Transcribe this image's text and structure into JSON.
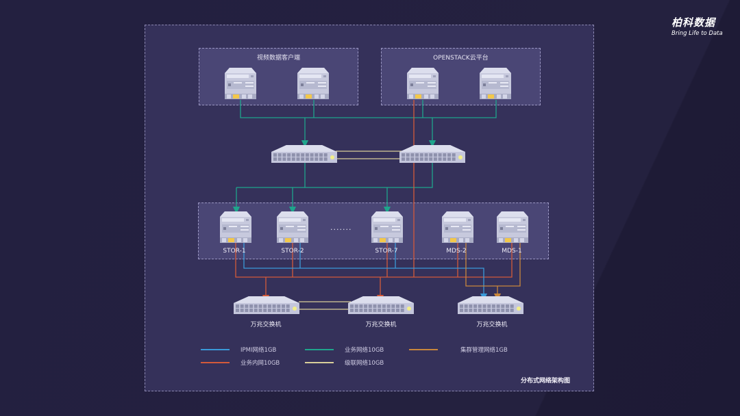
{
  "logo": {
    "brand": "柏科数据",
    "tagline": "Bring Life to Data"
  },
  "groups": {
    "video_clients": {
      "title": "视频数据客户端"
    },
    "openstack": {
      "title": "OPENSTACK云平台"
    },
    "storage": {
      "title": ""
    }
  },
  "nodes": {
    "storage": [
      "STOR-1",
      "STOR-2",
      "STOR-7"
    ],
    "ellipsis": "·······",
    "mds": [
      "MDS-2",
      "MDS-1"
    ],
    "tenG_switches": [
      "万兆交换机",
      "万兆交换机",
      "万兆交换机"
    ]
  },
  "legend": [
    {
      "label": "IPMI网络1GB",
      "color": "#3a9ad9"
    },
    {
      "label": "业务网络10GB",
      "color": "#1fa58c"
    },
    {
      "label": "集群管理网络1GB",
      "color": "#c9873c"
    },
    {
      "label": "业务内网10GB",
      "color": "#d45a3a"
    },
    {
      "label": "级联网络10GB",
      "color": "#d9cf9a"
    }
  ],
  "caption": "分布式网络架构图"
}
